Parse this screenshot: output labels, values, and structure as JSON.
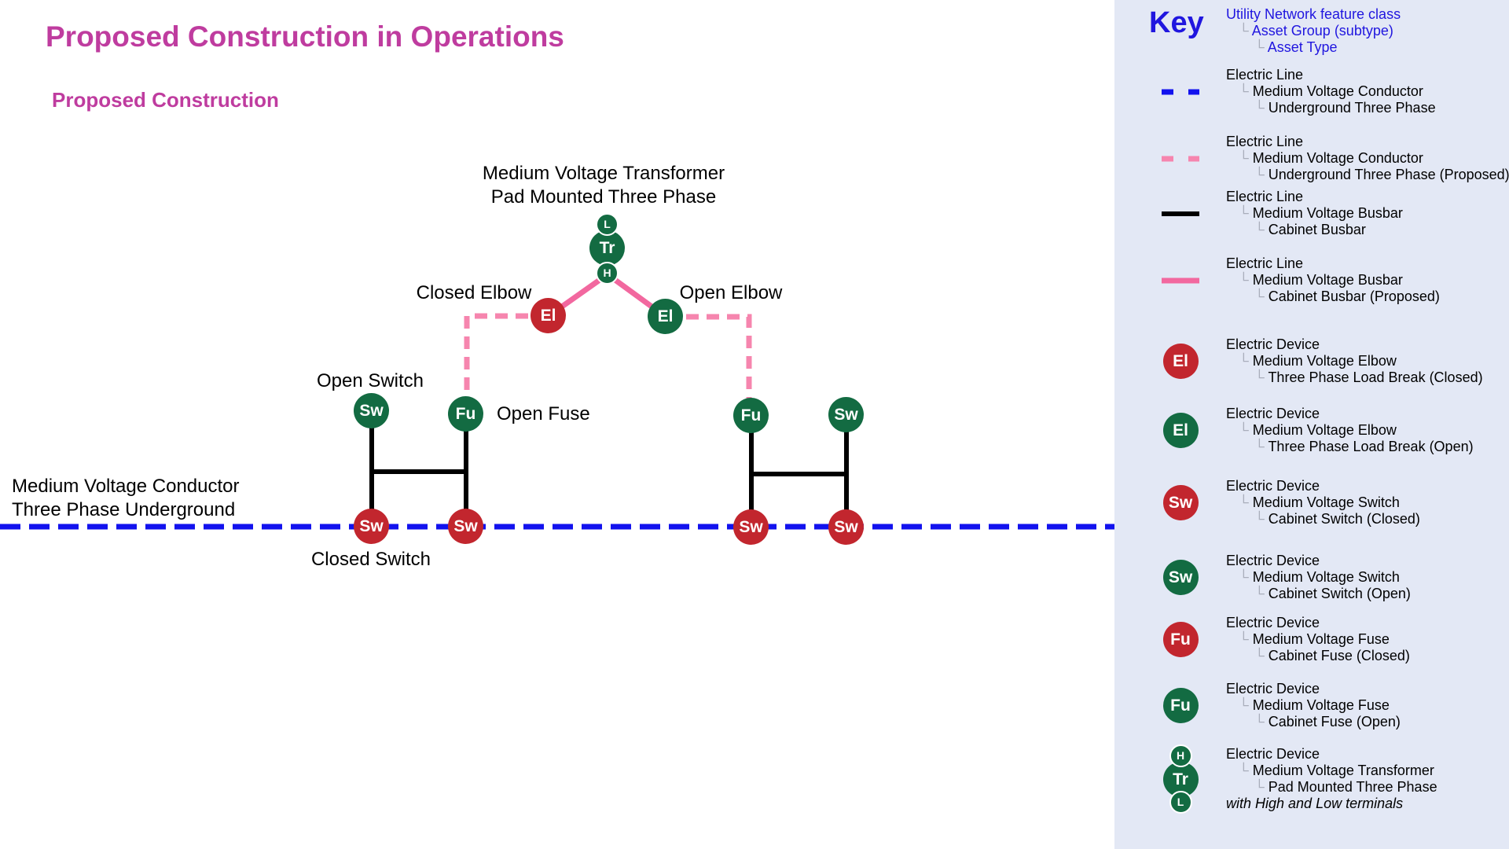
{
  "title": "Proposed Construction in Operations",
  "subtitle": "Proposed Construction",
  "colors": {
    "magenta_title": "#BF3C9F",
    "blue_line": "#1212EE",
    "blue_key_text": "#2016DF",
    "pink_solid": "#F2689F",
    "pink_dashed": "#F685AE",
    "red_device": "#C2262E",
    "green_device": "#136B42",
    "panel_background": "#E3E8F5",
    "tree_connector_gray": "#A9AEBB"
  },
  "diagram": {
    "labels": {
      "transformer_line1": "Medium Voltage Transformer",
      "transformer_line2": "Pad Mounted Three Phase",
      "closed_elbow": "Closed Elbow",
      "open_elbow": "Open Elbow",
      "open_switch": "Open Switch",
      "open_fuse": "Open Fuse",
      "closed_switch": "Closed Switch",
      "conductor_line1": "Medium Voltage Conductor",
      "conductor_line2": "Three Phase Underground"
    },
    "nodes": {
      "tr": "Tr",
      "l": "L",
      "h": "H",
      "el": "El",
      "sw": "Sw",
      "fu": "Fu"
    }
  },
  "key": {
    "heading": "Key",
    "header": {
      "line1": "Utility Network feature class",
      "line2": "Asset Group (subtype)",
      "line3": "Asset Type"
    },
    "entries": [
      {
        "symbol": "blue-dashed-line",
        "lines": [
          "Electric Line",
          "Medium Voltage Conductor",
          "Underground Three Phase"
        ]
      },
      {
        "symbol": "pink-dashed-line",
        "lines": [
          "Electric Line",
          "Medium Voltage Conductor",
          "Underground Three Phase (Proposed)"
        ]
      },
      {
        "symbol": "black-solid-line",
        "lines": [
          "Electric Line",
          "Medium Voltage Busbar",
          "Cabinet Busbar"
        ]
      },
      {
        "symbol": "pink-solid-line",
        "lines": [
          "Electric Line",
          "Medium Voltage Busbar",
          "Cabinet Busbar (Proposed)"
        ]
      },
      {
        "symbol": "red-circle",
        "label": "El",
        "lines": [
          "Electric Device",
          "Medium Voltage Elbow",
          "Three Phase Load Break (Closed)"
        ]
      },
      {
        "symbol": "green-circle",
        "label": "El",
        "lines": [
          "Electric Device",
          "Medium Voltage Elbow",
          "Three Phase Load Break (Open)"
        ]
      },
      {
        "symbol": "red-circle",
        "label": "Sw",
        "lines": [
          "Electric Device",
          "Medium Voltage Switch",
          "Cabinet Switch (Closed)"
        ]
      },
      {
        "symbol": "green-circle",
        "label": "Sw",
        "lines": [
          "Electric Device",
          "Medium Voltage Switch",
          "Cabinet Switch (Open)"
        ]
      },
      {
        "symbol": "red-circle",
        "label": "Fu",
        "lines": [
          "Electric Device",
          "Medium Voltage Fuse",
          "Cabinet Fuse (Closed)"
        ]
      },
      {
        "symbol": "green-circle",
        "label": "Fu",
        "lines": [
          "Electric Device",
          "Medium Voltage Fuse",
          "Cabinet Fuse (Open)"
        ]
      },
      {
        "symbol": "transformer",
        "terminals": {
          "top": "H",
          "mid": "Tr",
          "bot": "L"
        },
        "lines": [
          "Electric Device",
          "Medium Voltage Transformer",
          "Pad Mounted Three Phase"
        ],
        "note": "with High and Low terminals"
      }
    ]
  }
}
